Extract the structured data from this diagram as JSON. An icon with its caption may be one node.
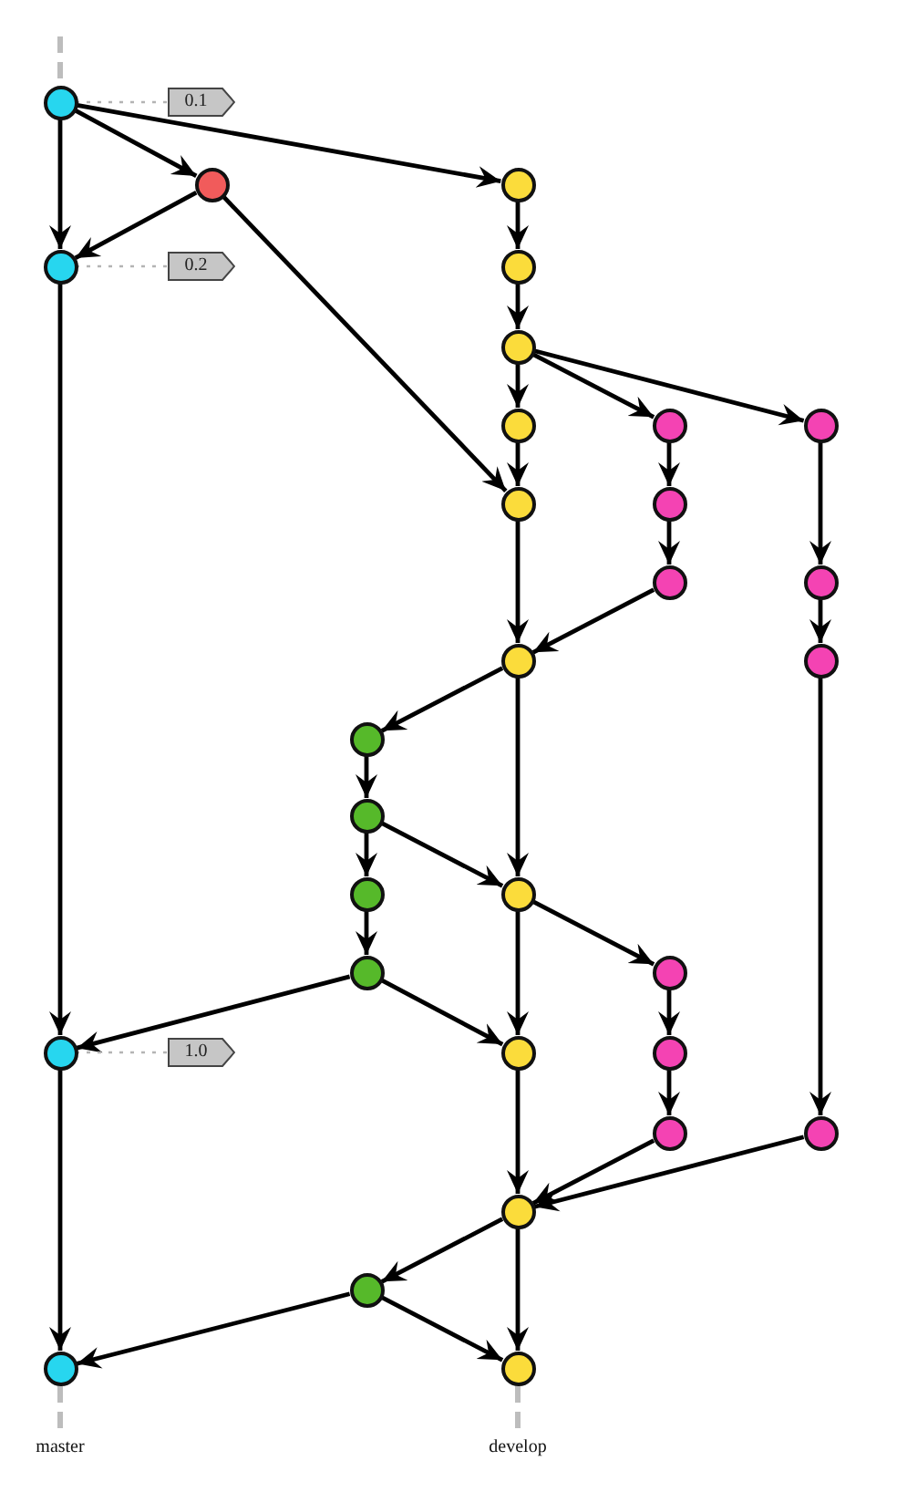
{
  "diagram": {
    "nodes": [
      {
        "text": [],
        "shape": "circle"
      },
      {
        "text": [
          "0.1"
        ]
      },
      {
        "text": [],
        "shape": "circle"
      },
      {
        "text": [],
        "shape": "circle"
      },
      {
        "text": [],
        "shape": "circle"
      },
      {
        "text": [
          "0.2"
        ]
      },
      {
        "text": [],
        "shape": "circle"
      },
      {
        "text": [],
        "shape": "circle"
      },
      {
        "text": [],
        "shape": "circle"
      },
      {
        "text": [],
        "shape": "circle"
      },
      {
        "text": [],
        "shape": "circle"
      },
      {
        "text": [],
        "shape": "circle"
      },
      {
        "text": [],
        "shape": "circle"
      },
      {
        "text": [],
        "shape": "circle"
      },
      {
        "text": [],
        "shape": "circle"
      },
      {
        "text": [],
        "shape": "circle"
      },
      {
        "text": [],
        "shape": "circle"
      },
      {
        "text": [],
        "shape": "circle"
      },
      {
        "text": [],
        "shape": "circle"
      },
      {
        "text": [],
        "shape": "circle"
      },
      {
        "text": [],
        "shape": "circle"
      },
      {
        "text": [],
        "shape": "circle"
      },
      {
        "text": [],
        "shape": "circle"
      },
      {
        "text": [],
        "shape": "circle"
      },
      {
        "text": [
          "1.0"
        ]
      },
      {
        "text": [],
        "shape": "circle"
      },
      {
        "text": [],
        "shape": "circle"
      },
      {
        "text": [],
        "shape": "circle"
      },
      {
        "text": [],
        "shape": "circle"
      },
      {
        "text": [],
        "shape": "circle"
      },
      {
        "text": [],
        "shape": "circle"
      },
      {
        "text": [],
        "shape": "circle"
      },
      {
        "text": [],
        "shape": "circle"
      }
    ],
    "edges": [
      {
        "from": 1,
        "to": 0,
        "arrow": "none",
        "style": "dashed",
        "color": "#b4b4b4"
      },
      {
        "from": 0,
        "to": 4,
        "arrow": "to"
      },
      {
        "from": 0,
        "to": 2,
        "arrow": "to"
      },
      {
        "from": 0,
        "to": 3,
        "arrow": "to"
      },
      {
        "from": 2,
        "to": 4,
        "arrow": "to"
      },
      {
        "from": 2,
        "to": 11,
        "arrow": "to"
      },
      {
        "from": 5,
        "to": 4,
        "arrow": "none",
        "style": "dashed",
        "color": "#b4b4b4"
      },
      {
        "from": 3,
        "to": 6,
        "arrow": "to"
      },
      {
        "from": 6,
        "to": 7,
        "arrow": "to"
      },
      {
        "from": 7,
        "to": 8,
        "arrow": "to"
      },
      {
        "from": 7,
        "to": 9,
        "arrow": "to"
      },
      {
        "from": 7,
        "to": 10,
        "arrow": "to"
      },
      {
        "from": 8,
        "to": 11,
        "arrow": "to"
      },
      {
        "from": 9,
        "to": 12,
        "arrow": "to"
      },
      {
        "from": 12,
        "to": 13,
        "arrow": "to"
      },
      {
        "from": 10,
        "to": 14,
        "arrow": "to"
      },
      {
        "from": 14,
        "to": 16,
        "arrow": "to"
      },
      {
        "from": 11,
        "to": 15,
        "arrow": "to"
      },
      {
        "from": 13,
        "to": 15,
        "arrow": "to"
      },
      {
        "from": 15,
        "to": 17,
        "arrow": "to"
      },
      {
        "from": 15,
        "to": 20,
        "arrow": "to"
      },
      {
        "from": 17,
        "to": 18,
        "arrow": "to"
      },
      {
        "from": 18,
        "to": 19,
        "arrow": "to"
      },
      {
        "from": 18,
        "to": 20,
        "arrow": "to"
      },
      {
        "from": 19,
        "to": 21,
        "arrow": "to"
      },
      {
        "from": 20,
        "to": 22,
        "arrow": "to"
      },
      {
        "from": 20,
        "to": 25,
        "arrow": "to"
      },
      {
        "from": 21,
        "to": 23,
        "arrow": "to"
      },
      {
        "from": 21,
        "to": 25,
        "arrow": "to"
      },
      {
        "from": 4,
        "to": 23,
        "arrow": "to"
      },
      {
        "from": 24,
        "to": 23,
        "arrow": "none",
        "style": "dashed",
        "color": "#b4b4b4"
      },
      {
        "from": 22,
        "to": 26,
        "arrow": "to"
      },
      {
        "from": 26,
        "to": 27,
        "arrow": "to"
      },
      {
        "from": 16,
        "to": 28,
        "arrow": "to"
      },
      {
        "from": 25,
        "to": 29,
        "arrow": "to"
      },
      {
        "from": 27,
        "to": 29,
        "arrow": "to"
      },
      {
        "from": 28,
        "to": 29,
        "arrow": "to"
      },
      {
        "from": 29,
        "to": 30,
        "arrow": "to"
      },
      {
        "from": 29,
        "to": 32,
        "arrow": "to"
      },
      {
        "from": 23,
        "to": 31,
        "arrow": "to"
      },
      {
        "from": 30,
        "to": 31,
        "arrow": "to"
      },
      {
        "from": 30,
        "to": 32,
        "arrow": "to"
      }
    ],
    "labels": [
      "master",
      "develop"
    ]
  }
}
